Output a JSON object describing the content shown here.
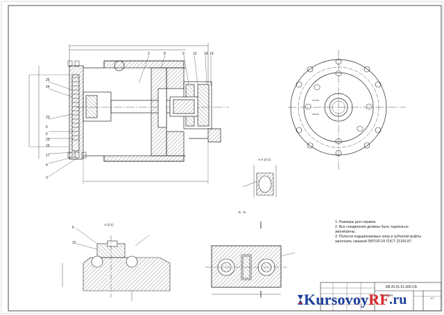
{
  "drawing": {
    "notes": [
      "1. Размеры для справок.",
      "2. Все соединения должны быть тщательно звонитрены.",
      "3. Полости подшипниковых опор и зубчатой муфты заполнить смазкой ЛИТОЛ-24 ГОСТ 21150-87."
    ],
    "view_labels": {
      "section_aa": "А-А (2:1)",
      "section_bb": "Б - Б",
      "detail_a": "А (2:1)"
    },
    "title_block": {
      "doc_number": "КВ.20.01.01.000.СБ",
      "name": "Барабан",
      "scale": "1:1"
    },
    "watermark": {
      "brand": "KursovoyRF",
      "rf_part": "RF",
      "base": "Kursovoy",
      "suffix": ".ru"
    }
  }
}
